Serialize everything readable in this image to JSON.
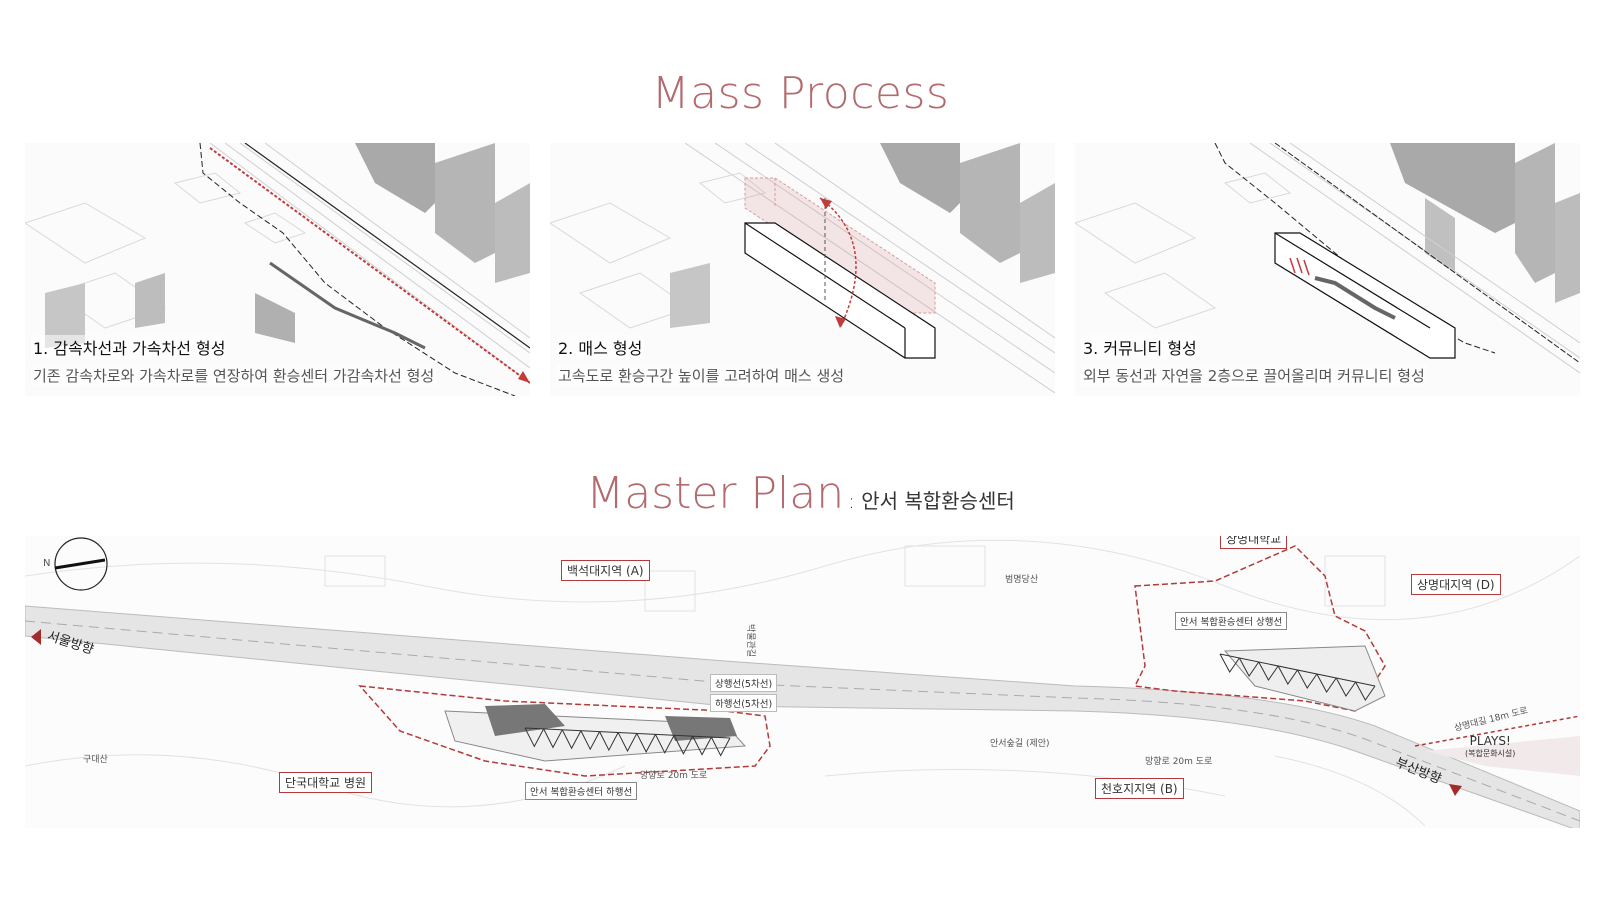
{
  "mass_process": {
    "title": "Mass Process",
    "steps": [
      {
        "title": "1. 감속차선과 가속차선 형성",
        "desc": "기존 감속차로와 가속차로를 연장하여 환승센터 가감속차선 형성"
      },
      {
        "title": "2. 매스 형성",
        "desc": "고속도로 환승구간 높이를 고려하여 매스 생성"
      },
      {
        "title": "3. 커뮤니티 형성",
        "desc": "외부 동선과 자연을 2층으로 끌어올리며 커뮤니티 형성"
      }
    ]
  },
  "master_plan": {
    "title": "Master Plan",
    "subtitle": ": 안서 복합환승센터",
    "compass": "N",
    "labels": {
      "baekseokdae": "백석대지역 (A)",
      "sangmyung_univ": "상명대학교",
      "sangmyung_area": "상명대지역 (D)",
      "dankook_hospital": "단국대학교 병원",
      "cheonho_area": "천호지지역 (B)",
      "plays": "PLAYS!",
      "plays_sub": "(복합문화시설)",
      "seoul_dir": "서울방향",
      "busan_dir": "부산방향",
      "north_center": "안서 복합환승센터 상행선",
      "south_center": "안서 복합환승센터 하행선",
      "up_line": "상행선(5차선)",
      "down_line": "하행선(5차선)",
      "mangyang_road_1": "망향로 20m 도로",
      "mangyang_road_2": "망향로 20m 도로",
      "anseo_forest": "안서숲길 (제안)",
      "sangmyung_road": "상명대길 18m 도로",
      "bakmulgwan": "박물관길",
      "gudaesan": "구대산",
      "temple": "범명당산"
    }
  },
  "colors": {
    "accent": "#b36a6e",
    "red_line": "#b33a3a",
    "building": "#a9a9a9"
  }
}
